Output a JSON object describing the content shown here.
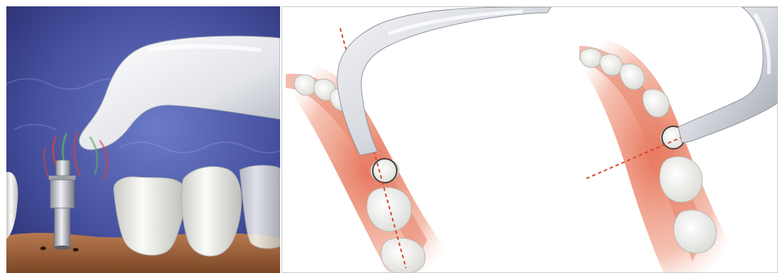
{
  "figure": {
    "panels": [
      {
        "id": "left",
        "scene": "scanner-over-implant-abutment"
      },
      {
        "id": "right",
        "scene": "scanner-angles-over-arch"
      }
    ],
    "colors": {
      "background_dark": "#2f3278",
      "background_mid": "#4b56a8",
      "scanner": "#e9ebee",
      "tooth": "#f1f1ee",
      "gum": "#e7856e",
      "scan_lines": "#d9452a",
      "implant_metal": "#b9bcc3",
      "wave_red": "#d6423a",
      "wave_green": "#5fae5d"
    }
  }
}
